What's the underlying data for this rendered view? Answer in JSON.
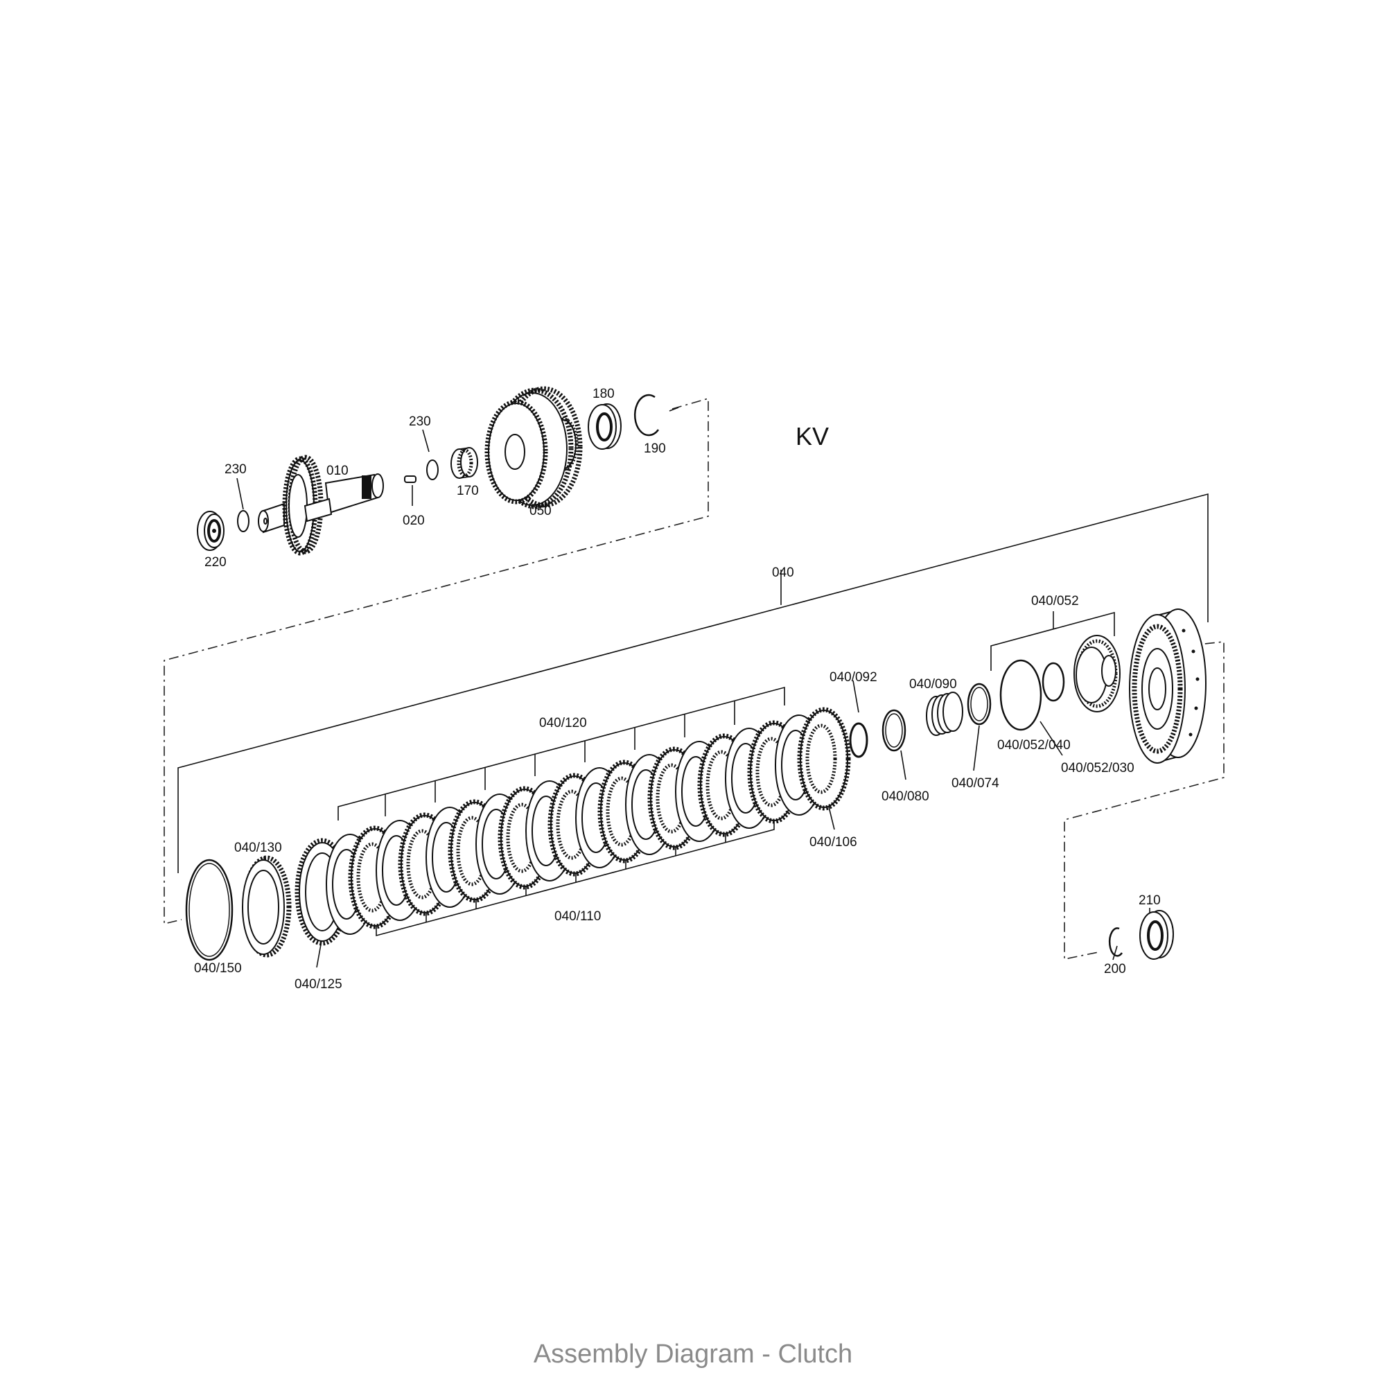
{
  "diagram": {
    "group_label": "KV",
    "caption": "Assembly Diagram - Clutch",
    "part_labels": {
      "p220": "220",
      "p230a": "230",
      "p010": "010",
      "p020": "020",
      "p230b": "230",
      "p170": "170",
      "p050": "050",
      "p180": "180",
      "p190": "190",
      "p040": "040",
      "p040_052": "040/052",
      "p040_092": "040/092",
      "p040_090": "040/090",
      "p040_120": "040/120",
      "p040_130": "040/130",
      "p040_150": "040/150",
      "p040_125": "040/125",
      "p040_110": "040/110",
      "p040_106": "040/106",
      "p040_080": "040/080",
      "p040_074": "040/074",
      "p040_052_040": "040/052/040",
      "p040_052_030": "040/052/030",
      "p210": "210",
      "p200": "200"
    }
  }
}
